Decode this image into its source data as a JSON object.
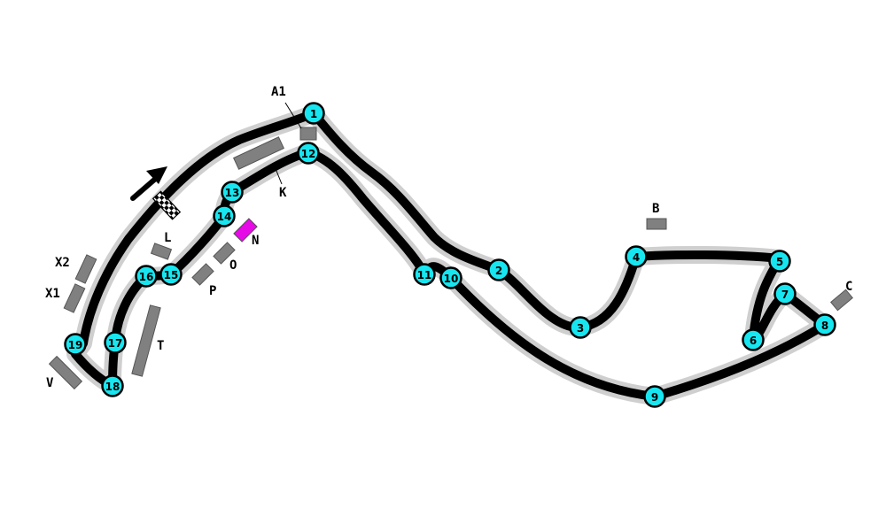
{
  "map": {
    "colors": {
      "track": "#000000",
      "track_outline": "#cfcfcf",
      "corner_marker": "#17e6f0",
      "zone": "#808080",
      "zone_highlight": "#e60ae6"
    },
    "corners": [
      {
        "id": "1",
        "label": "1"
      },
      {
        "id": "2",
        "label": "2"
      },
      {
        "id": "3",
        "label": "3"
      },
      {
        "id": "4",
        "label": "4"
      },
      {
        "id": "5",
        "label": "5"
      },
      {
        "id": "6",
        "label": "6"
      },
      {
        "id": "7",
        "label": "7"
      },
      {
        "id": "8",
        "label": "8"
      },
      {
        "id": "9",
        "label": "9"
      },
      {
        "id": "10",
        "label": "10"
      },
      {
        "id": "11",
        "label": "11"
      },
      {
        "id": "12",
        "label": "12"
      },
      {
        "id": "13",
        "label": "13"
      },
      {
        "id": "14",
        "label": "14"
      },
      {
        "id": "15",
        "label": "15"
      },
      {
        "id": "16",
        "label": "16"
      },
      {
        "id": "17",
        "label": "17"
      },
      {
        "id": "18",
        "label": "18"
      },
      {
        "id": "19",
        "label": "19"
      }
    ],
    "zones": [
      {
        "id": "A1",
        "label": "A1",
        "highlight": false
      },
      {
        "id": "B",
        "label": "B",
        "highlight": false
      },
      {
        "id": "C",
        "label": "C",
        "highlight": false
      },
      {
        "id": "K",
        "label": "K",
        "highlight": false
      },
      {
        "id": "L",
        "label": "L",
        "highlight": false
      },
      {
        "id": "N",
        "label": "N",
        "highlight": true
      },
      {
        "id": "O",
        "label": "O",
        "highlight": false
      },
      {
        "id": "P",
        "label": "P",
        "highlight": false
      },
      {
        "id": "T",
        "label": "T",
        "highlight": false
      },
      {
        "id": "V",
        "label": "V",
        "highlight": false
      },
      {
        "id": "X1",
        "label": "X1",
        "highlight": false
      },
      {
        "id": "X2",
        "label": "X2",
        "highlight": false
      }
    ],
    "icons": {
      "direction": "direction-arrow-icon",
      "start_finish": "chequered-flag-icon"
    }
  }
}
